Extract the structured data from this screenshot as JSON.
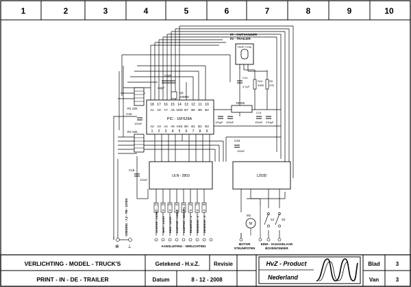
{
  "grid": {
    "columns": [
      "1",
      "2",
      "3",
      "4",
      "5",
      "6",
      "7",
      "8",
      "9",
      "10"
    ]
  },
  "ic_pic": {
    "label": "PIC - 16F628A",
    "top_pins": [
      "18",
      "17",
      "16",
      "15",
      "14",
      "13",
      "12",
      "11",
      "10"
    ],
    "top_names": [
      "A1",
      "A0",
      "A7",
      "A6",
      "VDD",
      "B7",
      "B6",
      "B5",
      "B4"
    ],
    "bottom_names": [
      "A2",
      "A3",
      "A4",
      "A5",
      "VSS",
      "B0",
      "B1",
      "B2",
      "B3"
    ],
    "bottom_pins": [
      "1",
      "2",
      "3",
      "4",
      "5",
      "6",
      "7",
      "8",
      "9"
    ]
  },
  "ic_uln": {
    "label": "ULN - 2803"
  },
  "ic_l293": {
    "label": "L293D"
  },
  "regulator": {
    "label": "78S05"
  },
  "ir_receiver": {
    "title_line1": "IR - ONTVANGER",
    "title_line2": "IN - TRAILER",
    "part": "TSOP 1736"
  },
  "components": {
    "r1": "R1 22K",
    "r2": "R2 22K",
    "c16": "C16",
    "c16_val": "100nF",
    "c18": "C18",
    "c18_val": "100nF",
    "c13": "C13",
    "c10": "C10",
    "c10_val": "100nF",
    "c14": "C14",
    "c14_val": "4,7µF",
    "r10": "R10",
    "r10_val": "330E",
    "r9": "R9",
    "r9_val": "47E",
    "q1": "Q1",
    "q1_val": "10MHz",
    "c_left": "22pF",
    "c_right": "22pF",
    "c_reg1": "100µF",
    "c_reg2": "100nF",
    "c_reg3": "100nF",
    "c_reg4": "470µF",
    "m1": "M1",
    "s1": "S1",
    "s2": "S2"
  },
  "connector": {
    "row1": [
      "R1",
      "R2",
      "R3",
      "R4",
      "R5",
      "R6",
      "R7",
      "R8"
    ],
    "row2": [
      "1k",
      "1k",
      "1k",
      "1k",
      "1k",
      "1k",
      "1k",
      "1k"
    ]
  },
  "outputs": [
    "ACHTER - LICHT",
    "MIST - LICHT",
    "REM - LICHT",
    "KNIPPER - LINKS",
    "KNIPPER - RECHTS",
    "RESERVE - 1",
    "RESERVE - 2",
    "RESERVE - 3"
  ],
  "labels": {
    "supply": "VOEDING - 7,2 - TM - 12VDC",
    "aansluiting": "AANSLUITING - VERLICHTING",
    "motor_line1": "MOTOR",
    "motor_line2": "STEUNPOTEN",
    "switch_line1": "EIND - SCHAKELAAR",
    "switch_line2": "BOVEN/ONDER"
  },
  "title_block": {
    "title1": "VERLICHTING - MODEL - TRUCK'S",
    "title2": "PRINT - IN - DE - TRAILER",
    "drawn_label": "Getekend - H.v.Z.",
    "revision_label": "Revisie",
    "date_label": "Datum",
    "date_value": "8 - 12 - 2008",
    "company1": "HvZ - Product",
    "company2": "Nederland",
    "sheet_label": "Blad",
    "sheet_value": "3",
    "of_label": "Van",
    "of_value": "3"
  }
}
